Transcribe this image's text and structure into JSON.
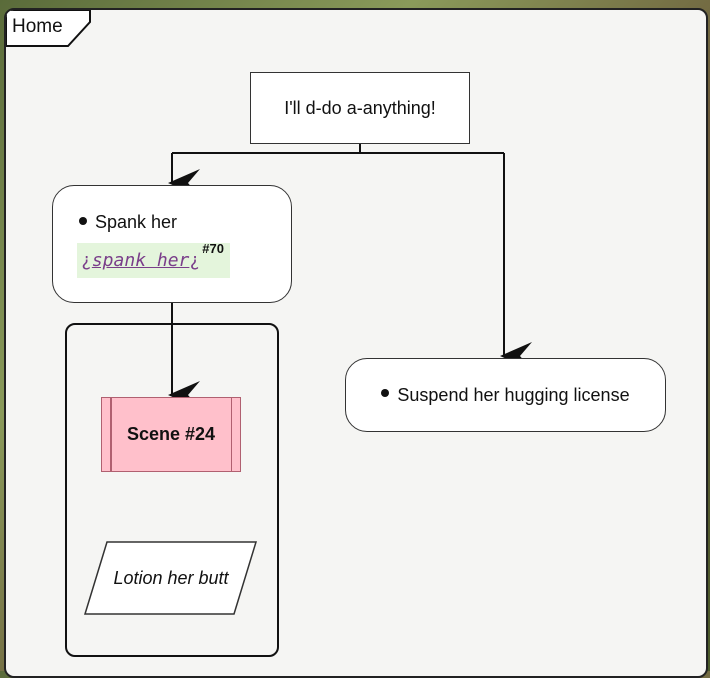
{
  "tab": {
    "label": "Home"
  },
  "nodes": {
    "start": "I'll d-do a-anything!",
    "spank": {
      "label": "Spank her",
      "link_prefix": "¿",
      "link_text": "spank her",
      "link_suffix": "¿",
      "link_ref": "#70"
    },
    "scene": "Scene #24",
    "lotion": "Lotion her butt",
    "suspend": "Suspend her hugging license"
  },
  "colors": {
    "scene_fill": "#ffc0cb",
    "link_bg": "#e4f5dc",
    "link_text": "#7a3e8a"
  }
}
